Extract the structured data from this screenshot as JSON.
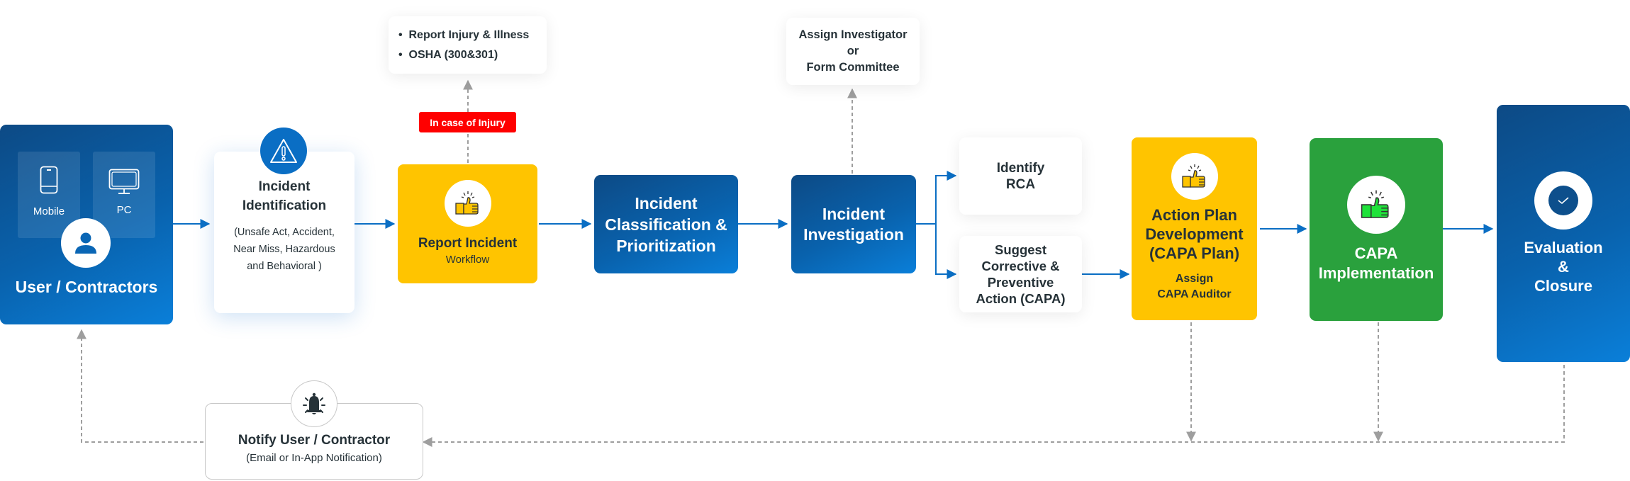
{
  "user_box": {
    "title": "User / Contractors",
    "devices": [
      {
        "label": "Mobile",
        "icon": "mobile-phone-icon"
      },
      {
        "label": "PC",
        "icon": "desktop-monitor-icon"
      }
    ],
    "icon": "user-icon"
  },
  "identification": {
    "title_line1": "Incident",
    "title_line2": "Identification",
    "desc_line1": "(Unsafe Act, Accident,",
    "desc_line2": "Near Miss, Hazardous",
    "desc_line3": "and Behavioral )",
    "icon": "warning-icon"
  },
  "osha_note": {
    "items": [
      "Report Injury & Illness",
      "OSHA (300&301)"
    ]
  },
  "injury_badge": {
    "label": "In case of Injury",
    "color": "#ff0000"
  },
  "report": {
    "title": "Report Incident",
    "subtitle": "Workflow",
    "icon": "thumbs-up-icon"
  },
  "classification": {
    "line1": "Incident",
    "line2": "Classification &",
    "line3": "Prioritization"
  },
  "investigation": {
    "line1": "Incident",
    "line2": "Investigation"
  },
  "assign_note": {
    "line1": "Assign Investigator",
    "line2": "or",
    "line3": "Form Committee"
  },
  "rca": {
    "line1": "Identify",
    "line2": "RCA"
  },
  "capa_suggest": {
    "line1": "Suggest",
    "line2": "Corrective &",
    "line3": "Preventive",
    "line4": "Action (CAPA)"
  },
  "action_plan": {
    "line1": "Action Plan",
    "line2": "Development",
    "line3": "(CAPA Plan)",
    "sub1": "Assign",
    "sub2": "CAPA Auditor",
    "icon": "thumbs-up-icon"
  },
  "implementation": {
    "line1": "CAPA",
    "line2": "Implementation",
    "icon": "thumbs-up-icon"
  },
  "evaluation": {
    "line1": "Evaluation",
    "line2": "&",
    "line3": "Closure",
    "icon": "checkmark-icon"
  },
  "notify": {
    "title": "Notify User / Contractor",
    "subtitle": "(Email or In-App Notification)",
    "icon": "bell-icon"
  },
  "colors": {
    "primary_blue": "#0a6ec4",
    "yellow": "#ffc400",
    "green": "#2aa13d",
    "red": "#ff0000",
    "dashed_gray": "#9e9e9e"
  }
}
